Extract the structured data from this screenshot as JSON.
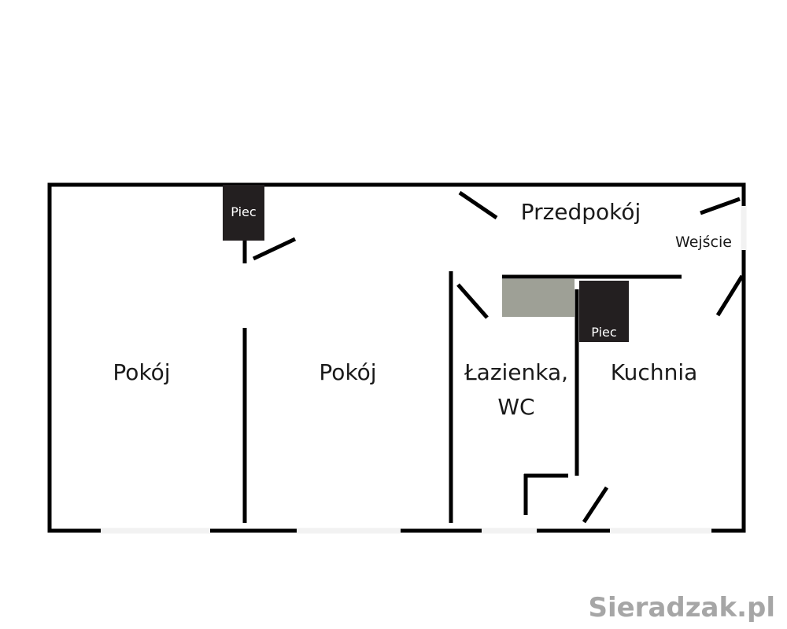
{
  "rooms": {
    "pokoj_left": "Pokój",
    "pokoj_mid": "Pokój",
    "lazienka_line1": "Łazienka,",
    "lazienka_line2": "WC",
    "kuchnia": "Kuchnia",
    "przedpokoj": "Przedpokój",
    "wejscie": "Wejście"
  },
  "stoves": {
    "stove_room": "Piec",
    "stove_kitchen": "Piec"
  },
  "watermark": "Sieradzak.pl",
  "colors": {
    "wall": "#000000",
    "stove": "#231f20",
    "counter": "#9ea096",
    "window": "#f2f2f2",
    "watermark": "#a6a6a6"
  }
}
